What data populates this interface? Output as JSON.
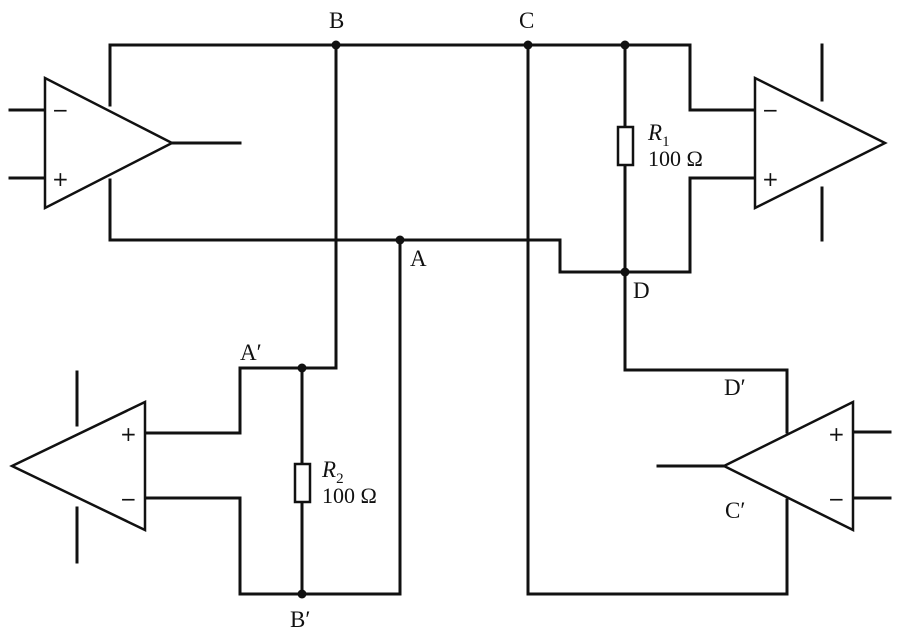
{
  "nodes": {
    "B": "B",
    "C": "C",
    "A": "A",
    "D": "D",
    "A_prime": "A′",
    "B_prime": "B′",
    "C_prime": "C′",
    "D_prime": "D′"
  },
  "resistors": {
    "r1": {
      "name": "R",
      "sub": "1",
      "value": "100 Ω"
    },
    "r2": {
      "name": "R",
      "sub": "2",
      "value": "100 Ω"
    }
  },
  "opamps": {
    "signs": {
      "minus": "−",
      "plus": "+"
    }
  }
}
